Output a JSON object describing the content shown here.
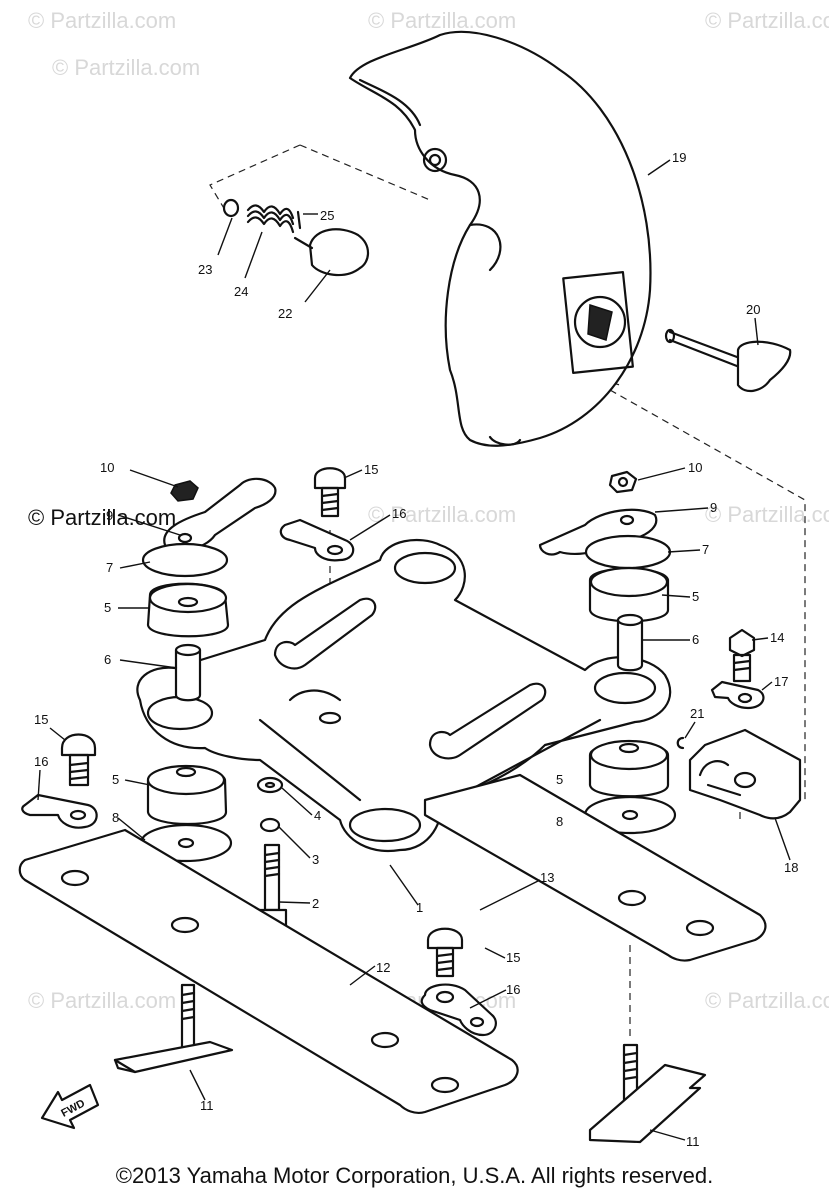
{
  "watermarks": {
    "light": "© Partzilla.com",
    "dark": "© Partzilla.com"
  },
  "callouts": {
    "p1": "1",
    "p2": "2",
    "p3": "3",
    "p4": "4",
    "p5a": "5",
    "p5b": "5",
    "p5c": "5",
    "p5d": "5",
    "p6a": "6",
    "p6b": "6",
    "p7a": "7",
    "p7b": "7",
    "p8a": "8",
    "p8b": "8",
    "p9a": "9",
    "p9b": "9",
    "p10a": "10",
    "p10b": "10",
    "p11a": "11",
    "p11b": "11",
    "p12": "12",
    "p13": "13",
    "p14": "14",
    "p15a": "15",
    "p15b": "15",
    "p15c": "15",
    "p16a": "16",
    "p16b": "16",
    "p16c": "16",
    "p17": "17",
    "p18": "18",
    "p19": "19",
    "p20": "20",
    "p21": "21",
    "p22": "22",
    "p23": "23",
    "p24": "24",
    "p25": "25"
  },
  "fwd_label": "FWD",
  "copyright": "©2013 Yamaha Motor Corporation, U.S.A. All rights reserved."
}
